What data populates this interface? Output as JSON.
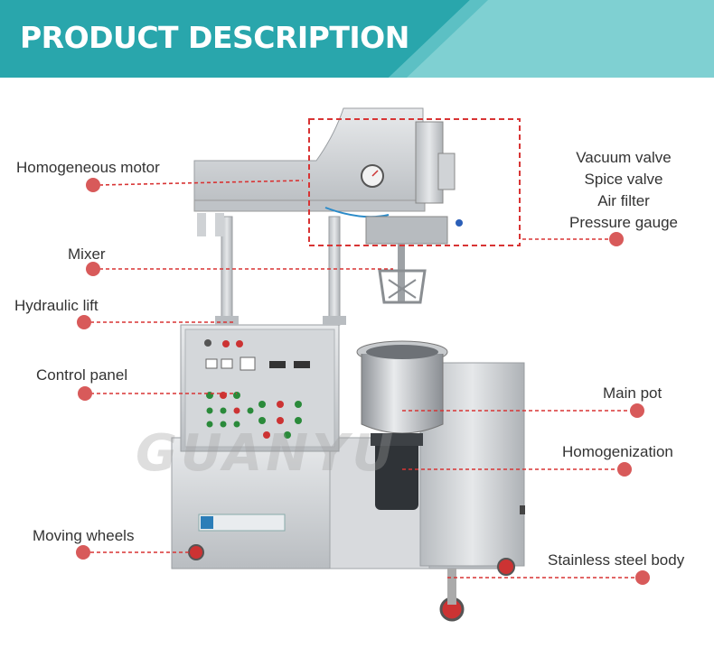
{
  "header": {
    "title": "PRODUCT DESCRIPTION"
  },
  "labels": {
    "homogeneous_motor": "Homogeneous motor",
    "mixer": "Mixer",
    "hydraulic_lift": "Hydraulic lift",
    "control_panel": "Control panel",
    "moving_wheels": "Moving wheels",
    "vacuum_valve": "Vacuum valve",
    "spice_valve": "Spice valve",
    "air_filter": "Air filter",
    "pressure_gauge": "Pressure gauge",
    "main_pot": "Main pot",
    "homogenization": "Homogenization",
    "stainless_steel_body": "Stainless steel body"
  },
  "watermark": {
    "text": "GUANYU"
  },
  "colors": {
    "banner_teal": "#29a6ac",
    "banner_light": "#7fd0d2",
    "leader_red": "#d83434",
    "dot_red": "#d85a5a",
    "steel": "#c9ccd0"
  }
}
